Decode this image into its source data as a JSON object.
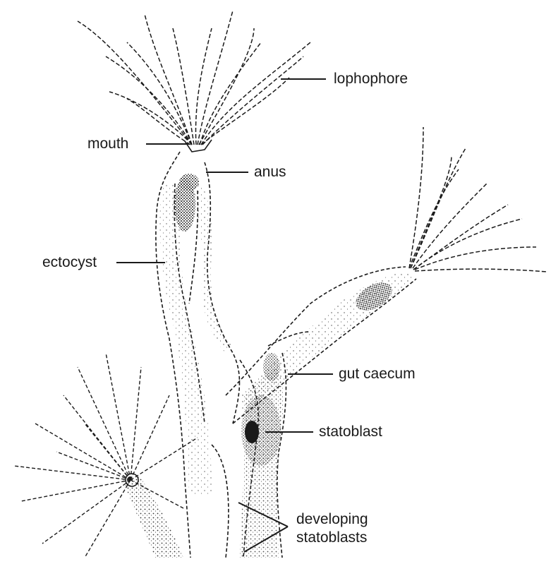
{
  "labels": {
    "lophophore": "lophophore",
    "mouth": "mouth",
    "anus": "anus",
    "ectocyst": "ectocyst",
    "gut_caecum": "gut caecum",
    "statoblast": "statoblast",
    "developing_line1": "developing",
    "developing_line2": "statoblasts"
  },
  "colors": {
    "ink": "#1a1a1a",
    "stipple": "#333333",
    "background": "#ffffff"
  }
}
